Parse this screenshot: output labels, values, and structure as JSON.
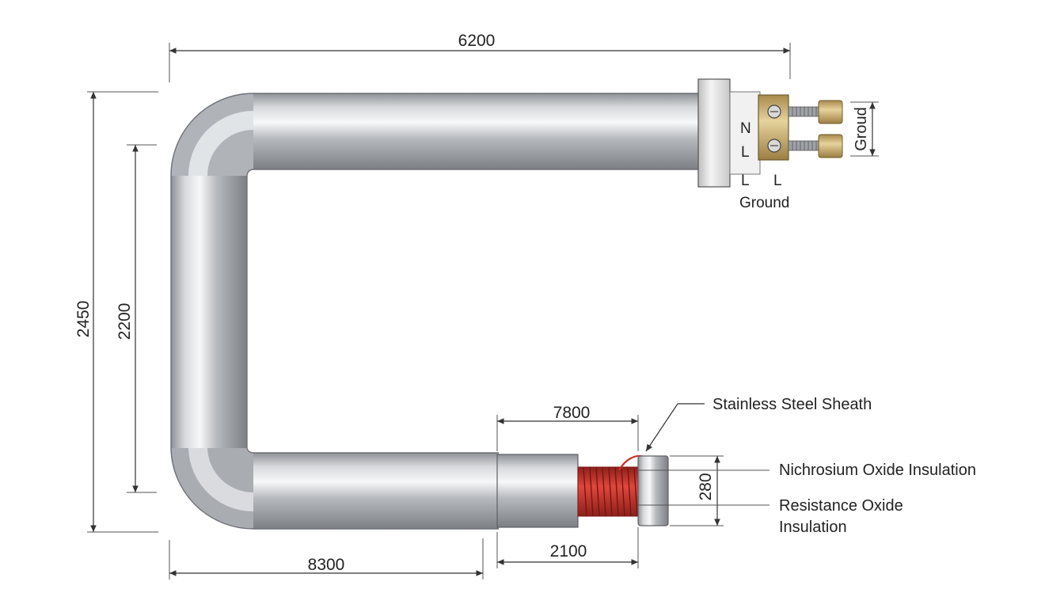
{
  "dimensions": {
    "top_width": "6200",
    "outer_height": "2450",
    "inner_height": "2200",
    "bottom_length": "8300",
    "element_length": "7800",
    "coil_length": "2100",
    "sheath_diameter": "280"
  },
  "terminals": {
    "n": "N",
    "l_upper": "L",
    "l_left": "L",
    "l_right": "L",
    "ground": "Ground",
    "groud": "Groud"
  },
  "callouts": {
    "sheath": "Stainless Steel Sheath",
    "nichrosium": "Nichrosium Oxide Insulation",
    "resistance_line1": "Resistance Oxide",
    "resistance_line2": "Insulation"
  },
  "colors": {
    "tube": "#b9bcc0",
    "coil": "#c8342c",
    "brass": "#c9b27a",
    "flange": "#e9e9e9"
  }
}
